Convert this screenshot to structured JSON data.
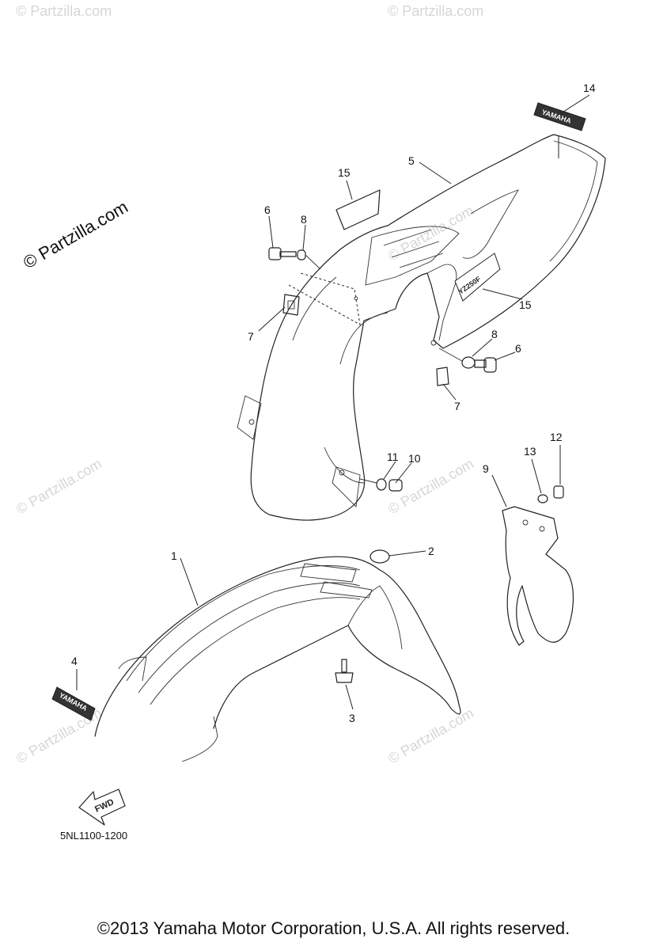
{
  "watermark": {
    "main": "© Partzilla.com",
    "repeat": "© Partzilla.com"
  },
  "callouts": {
    "c1": "1",
    "c2": "2",
    "c3": "3",
    "c4": "4",
    "c5": "5",
    "c6a": "6",
    "c6b": "6",
    "c7a": "7",
    "c7b": "7",
    "c8a": "8",
    "c8b": "8",
    "c9": "9",
    "c10": "10",
    "c11": "11",
    "c12": "12",
    "c13": "13",
    "c14": "14",
    "c15a": "15",
    "c15b": "15"
  },
  "decals": {
    "front_fender": "YAMAHA",
    "rear_top": "YAMAHA",
    "rear_side": "YZ250F",
    "fwd_arrow": "FWD"
  },
  "diagram_code": "5NL1100-1200",
  "copyright": "©2013 Yamaha Motor Corporation, U.S.A. All rights reserved."
}
